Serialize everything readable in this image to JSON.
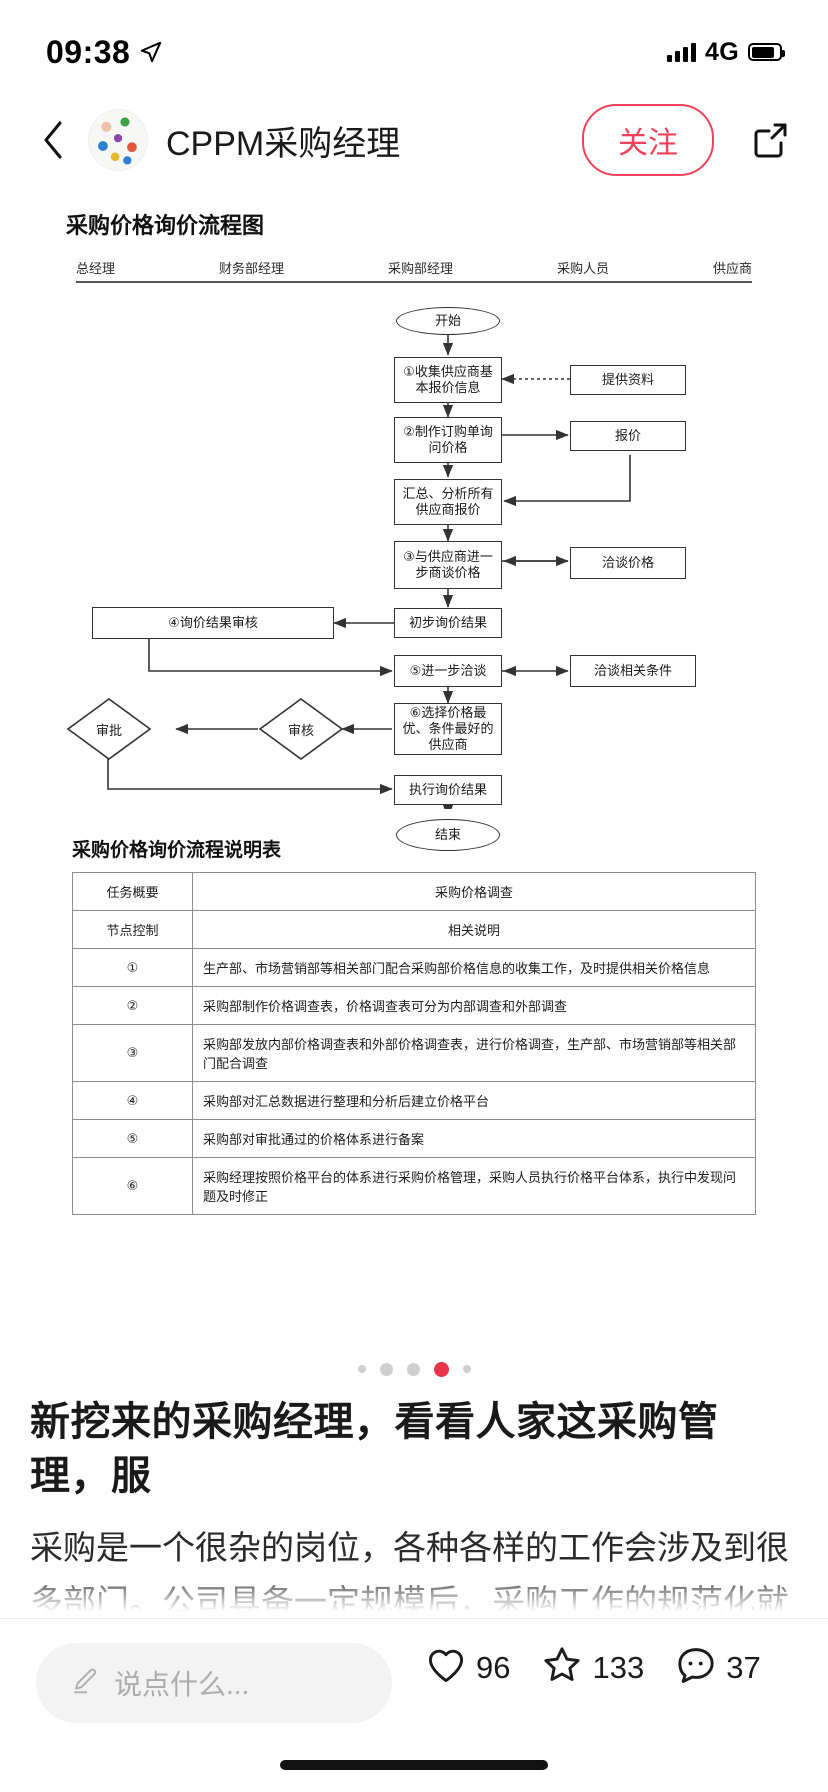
{
  "status_bar": {
    "time": "09:38",
    "location_icon": "location-arrow-icon",
    "signal_icon": "signal-bars-icon",
    "network": "4G",
    "battery_icon": "battery-icon"
  },
  "nav": {
    "back_icon": "chevron-left-icon",
    "avatar": "author-avatar",
    "title": "CPPM采购经理",
    "follow_label": "关注",
    "share_icon": "share-external-icon"
  },
  "document": {
    "flow_title": "采购价格询价流程图",
    "lanes": [
      "总经理",
      "财务部经理",
      "采购部经理",
      "采购人员",
      "供应商"
    ],
    "nodes": {
      "start": "开始",
      "n1": "①收集供应商基本报价信息",
      "supply_data": "提供资料",
      "n2": "②制作订购单询问价格",
      "quote": "报价",
      "summarize": "汇总、分析所有供应商报价",
      "n3": "③与供应商进一步商谈价格",
      "negotiate_price": "洽谈价格",
      "prelim": "初步询价结果",
      "n4": "④询价结果审核",
      "n5": "⑤进一步洽谈",
      "negotiate_terms": "洽谈相关条件",
      "n6": "⑥选择价格最优、条件最好的供应商",
      "review": "审核",
      "approve": "审批",
      "execute": "执行询价结果",
      "end": "结束"
    },
    "table_title": "采购价格询价流程说明表",
    "table": {
      "header1": [
        "任务概要",
        "采购价格调查"
      ],
      "header2": [
        "节点控制",
        "相关说明"
      ],
      "rows": [
        [
          "①",
          "生产部、市场营销部等相关部门配合采购部价格信息的收集工作，及时提供相关价格信息"
        ],
        [
          "②",
          "采购部制作价格调查表，价格调查表可分为内部调查和外部调查"
        ],
        [
          "③",
          "采购部发放内部价格调查表和外部价格调查表，进行价格调查，生产部、市场营销部等相关部门配合调查"
        ],
        [
          "④",
          "采购部对汇总数据进行整理和分析后建立价格平台"
        ],
        [
          "⑤",
          "采购部对审批通过的价格体系进行备案"
        ],
        [
          "⑥",
          "采购经理按照价格平台的体系进行采购价格管理，采购人员执行价格平台体系，执行中发现问题及时修正"
        ]
      ]
    }
  },
  "pager": {
    "total": 5,
    "active_index": 4
  },
  "article": {
    "title": "新挖来的采购经理，看看人家这采购管理，服",
    "body": "采购是一个很杂的岗位，各种各样的工作会涉及到很多部门。公司具备一定规模后，采购工作的规范化就显得非常重要，能让采购部门的工作运转起来"
  },
  "bottom_bar": {
    "comment_placeholder": "说点什么...",
    "edit_icon": "pencil-icon",
    "like": {
      "icon": "heart-icon",
      "count": "96"
    },
    "favorite": {
      "icon": "star-icon",
      "count": "133"
    },
    "comment": {
      "icon": "comment-bubble-icon",
      "count": "37"
    }
  },
  "colors": {
    "accent": "#f2415a",
    "dot_active": "#e8354a",
    "text": "#1a1a1a"
  }
}
